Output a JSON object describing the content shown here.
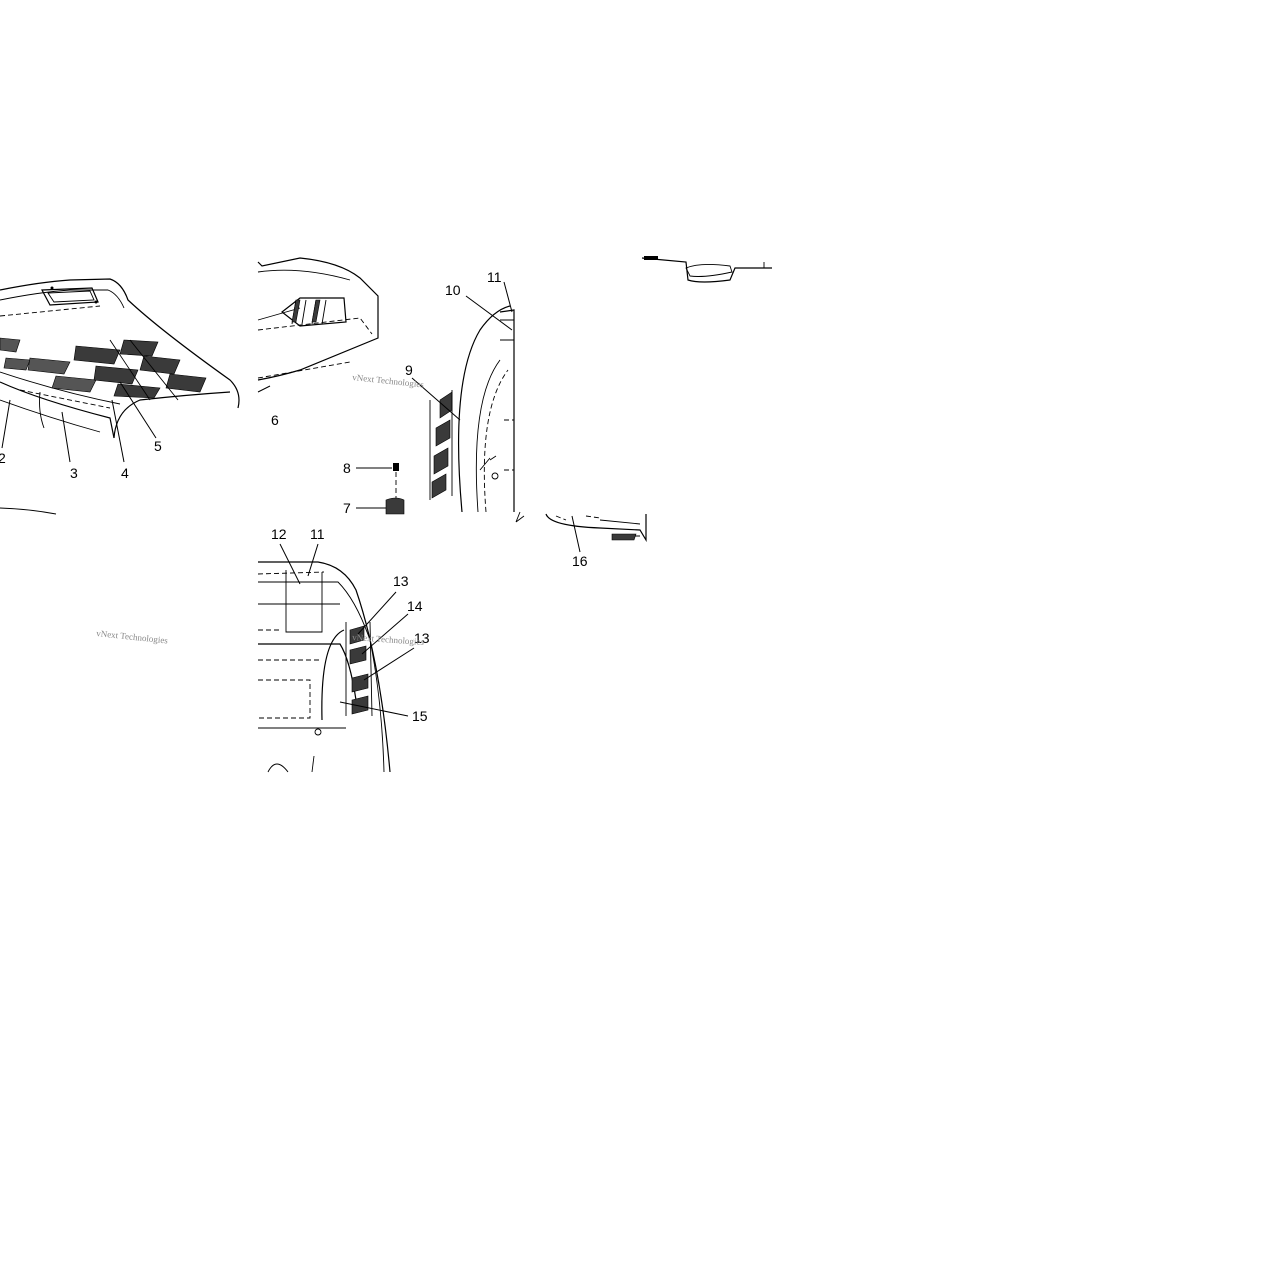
{
  "callouts": [
    {
      "id": "c2",
      "text": "2"
    },
    {
      "id": "c3",
      "text": "3"
    },
    {
      "id": "c4",
      "text": "4"
    },
    {
      "id": "c5",
      "text": "5"
    },
    {
      "id": "c6",
      "text": "6"
    },
    {
      "id": "c7",
      "text": "7"
    },
    {
      "id": "c8",
      "text": "8"
    },
    {
      "id": "c9",
      "text": "9"
    },
    {
      "id": "c10",
      "text": "10"
    },
    {
      "id": "c11a",
      "text": "11"
    },
    {
      "id": "c11b",
      "text": "11"
    },
    {
      "id": "c12",
      "text": "12"
    },
    {
      "id": "c13a",
      "text": "13"
    },
    {
      "id": "c13b",
      "text": "13"
    },
    {
      "id": "c14",
      "text": "14"
    },
    {
      "id": "c15",
      "text": "15"
    },
    {
      "id": "c16",
      "text": "16"
    }
  ],
  "watermarks": [
    {
      "text": "vNext Technologies"
    },
    {
      "text": "vNext Technologies"
    },
    {
      "text": "vNext Technologies"
    }
  ]
}
